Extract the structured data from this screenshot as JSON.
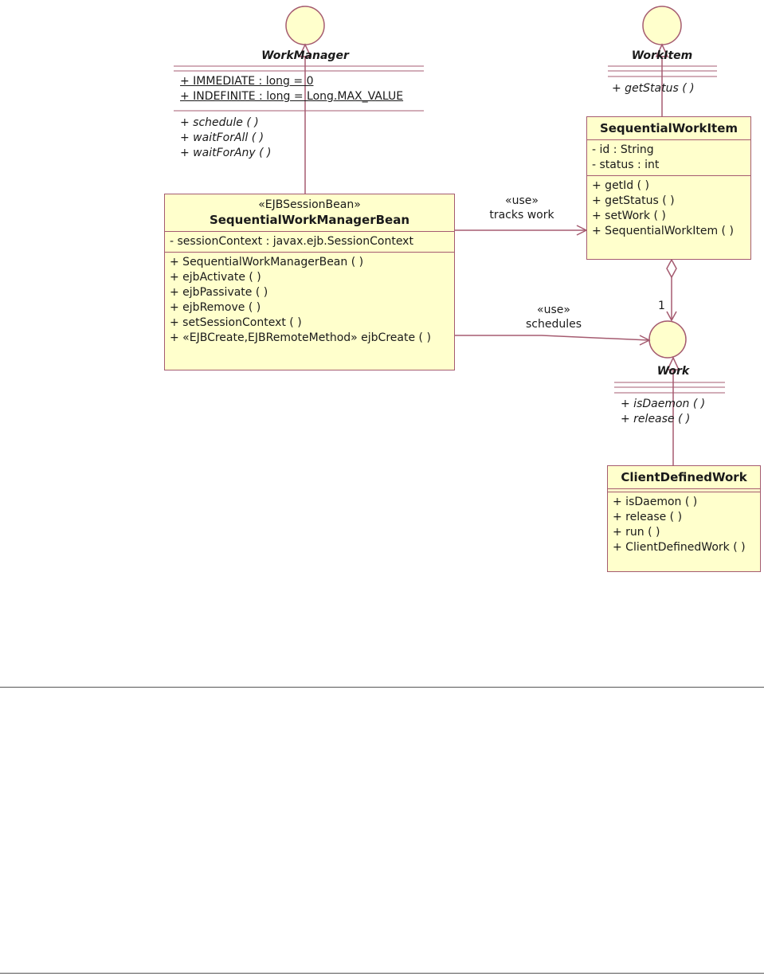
{
  "interfaces": {
    "work_manager": {
      "name": "WorkManager",
      "attributes": [
        "+ IMMEDIATE : long = 0",
        "+ INDEFINITE : long = Long.MAX_VALUE"
      ],
      "operations": [
        "+ schedule (  )",
        "+ waitForAll (  )",
        "+ waitForAny (  )"
      ]
    },
    "work_item": {
      "name": "WorkItem",
      "operations": [
        "+ getStatus (  )"
      ]
    },
    "work": {
      "name": "Work",
      "operations": [
        "+ isDaemon (  )",
        "+ release (  )"
      ]
    }
  },
  "classes": {
    "sequential_work_manager_bean": {
      "stereotype": "«EJBSessionBean»",
      "name": "SequentialWorkManagerBean",
      "attributes": [
        "- sessionContext : javax.ejb.SessionContext"
      ],
      "operations": [
        "+ SequentialWorkManagerBean (  )",
        "+ ejbActivate (  )",
        "+ ejbPassivate (  )",
        "+ ejbRemove (  )",
        "+ setSessionContext (  )",
        "+ «EJBCreate,EJBRemoteMethod» ejbCreate (  )"
      ]
    },
    "sequential_work_item": {
      "name": "SequentialWorkItem",
      "attributes": [
        "- id : String",
        "- status : int"
      ],
      "operations": [
        "+ getId (  )",
        "+ getStatus (  )",
        "+ setWork (  )",
        "+ SequentialWorkItem (  )"
      ]
    },
    "client_defined_work": {
      "name": "ClientDefinedWork",
      "operations": [
        "+ isDaemon (  )",
        "+ release (  )",
        "+ run (  )",
        "+ ClientDefinedWork (  )"
      ]
    }
  },
  "associations": {
    "tracks_work": {
      "stereotype": "«use»",
      "label": "tracks work"
    },
    "schedules": {
      "stereotype": "«use»",
      "label": "schedules"
    },
    "aggregation_multiplicity": "1"
  },
  "colors": {
    "line": "#a55b70",
    "class_fill": "#ffffcc",
    "interface_fill": "#ffffcc"
  }
}
